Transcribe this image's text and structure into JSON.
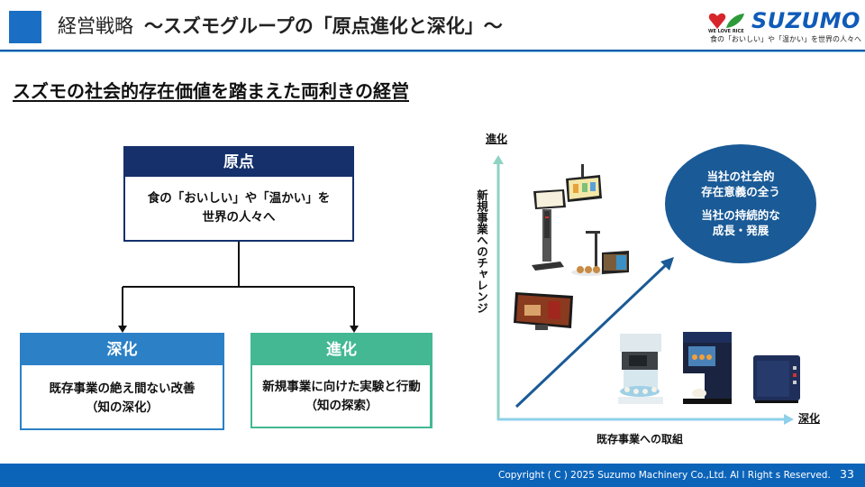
{
  "header": {
    "section_title": "経営戦略",
    "main_title": "～スズモグループの「原点進化と深化」～",
    "accent_color": "#1a6fc4"
  },
  "logo": {
    "brand": "SUZUMO",
    "slogan": "WE LOVE RICE",
    "tagline": "食の「おいしい」や「温かい」を世界の人々へ",
    "heart_color": "#d7262b",
    "leaf_color": "#2e9a3a"
  },
  "subtitle": "スズモの社会的存在価値を踏まえた両利きの経営",
  "diagram": {
    "origin": {
      "title": "原点",
      "body_line1": "食の「おいしい」や「温かい」を",
      "body_line2": "世界の人々へ",
      "color": "#15306b"
    },
    "deepening": {
      "title": "深化",
      "body_line1": "既存事業の絶え間ない改善",
      "body_line2": "（知の深化）",
      "color": "#2b80c6"
    },
    "evolution": {
      "title": "進化",
      "body_line1": "新規事業に向けた実験と行動",
      "body_line2": "（知の探索）",
      "color": "#43b893"
    }
  },
  "matrix": {
    "y_axis_top_label": "進化",
    "y_axis_title": "新規事業へのチャレンジ",
    "x_axis_right_label": "深化",
    "x_axis_title": "既存事業への取組",
    "goal_circle": {
      "line1": "当社の社会的",
      "line2": "存在意義の全う",
      "line3": "当社の持続的な",
      "line4": "成長・発展",
      "color": "#1a5a96"
    },
    "products": [
      {
        "name": "ceiling-tablet-display",
        "group": "new-business"
      },
      {
        "name": "self-order-kiosk",
        "group": "new-business"
      },
      {
        "name": "camera-stand-tablet",
        "group": "new-business"
      },
      {
        "name": "digital-signage-tablet",
        "group": "new-business"
      },
      {
        "name": "sushi-robot",
        "group": "existing-business"
      },
      {
        "name": "rice-serving-machine",
        "group": "existing-business"
      },
      {
        "name": "rice-dispenser-cabinet",
        "group": "existing-business"
      }
    ]
  },
  "footer": {
    "copyright": "Copyright ( C ) 2025 Suzumo Machinery Co.,Ltd. Al l Right s Reserved.",
    "page_number": "33"
  }
}
